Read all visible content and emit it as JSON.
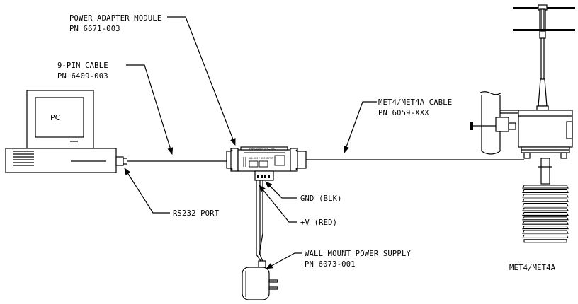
{
  "labels": {
    "power_adapter_title": "POWER ADAPTER MODULE",
    "power_adapter_pn": "PN 6671-003",
    "nine_pin_title": "9-PIN CABLE",
    "nine_pin_pn": "PN 6409-003",
    "met_cable_title": "MET4/MET4A CABLE",
    "met_cable_pn": "PN 6059-XXX",
    "pc": "PC",
    "rs232": "RS232 PORT",
    "gnd": "GND (BLK)",
    "vplus": "+V (RED)",
    "wall_title": "WALL MOUNT POWER SUPPLY",
    "wall_pn": "PN 6073-001",
    "met4": "MET4/MET4A"
  },
  "module_markings": {
    "maker": "PAROSCIENTIFIC, INC",
    "model": "66-003 / 003 INPUT"
  }
}
